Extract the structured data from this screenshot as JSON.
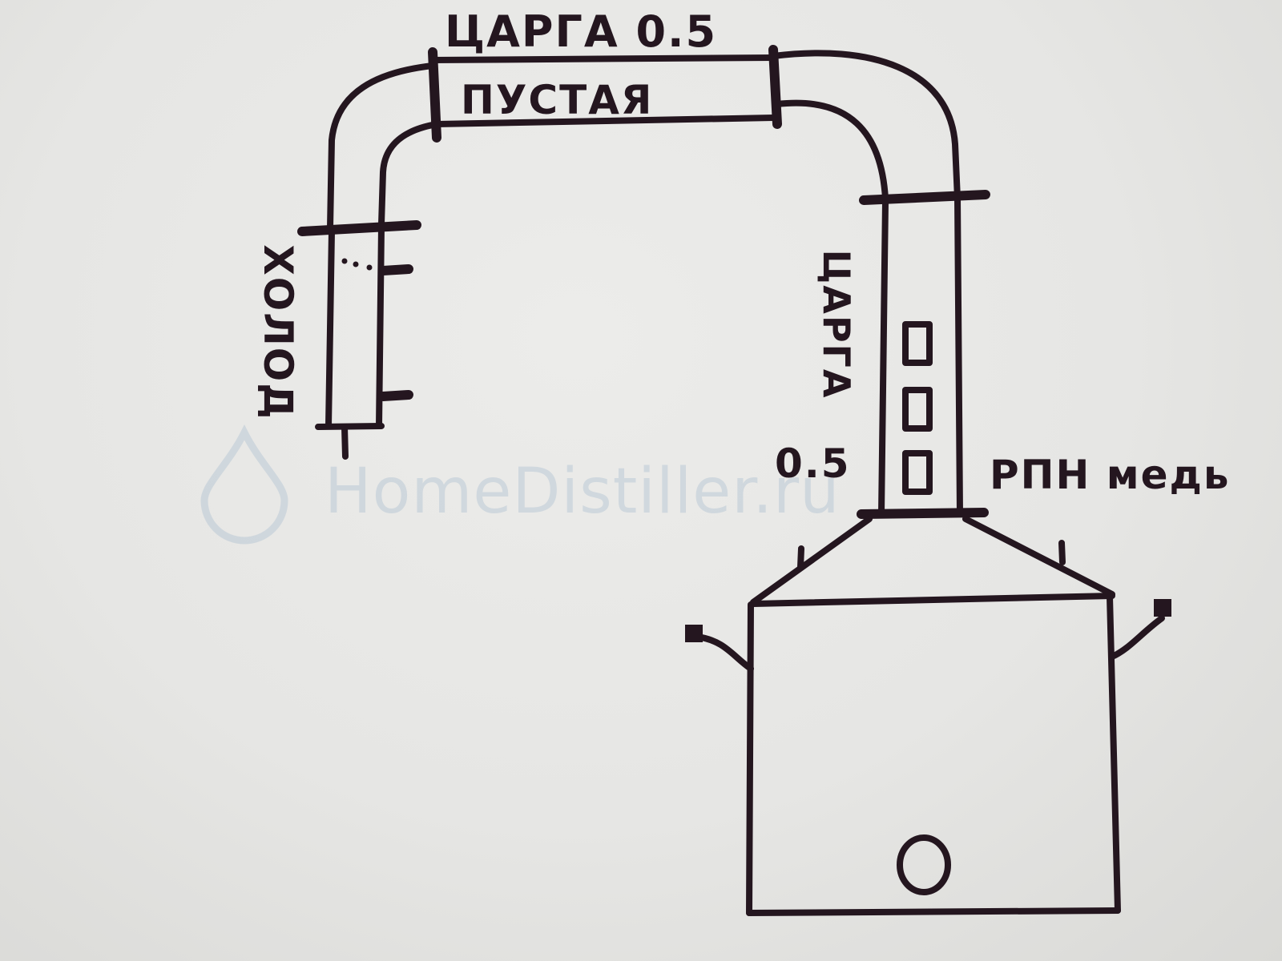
{
  "labels": {
    "top_spool": "ЦАРГА 0.5",
    "top_spool_empty": "ПУСТАЯ",
    "condenser": "ХОЛОД",
    "column_vertical": "ЦАРГА",
    "column_size": "0.5",
    "packing": "РПН медь"
  },
  "watermark": "HomeDistiller.ru",
  "colors": {
    "ink": "#24161f",
    "paper": "#e6e6e4",
    "watermark": "#b9c8d6"
  }
}
